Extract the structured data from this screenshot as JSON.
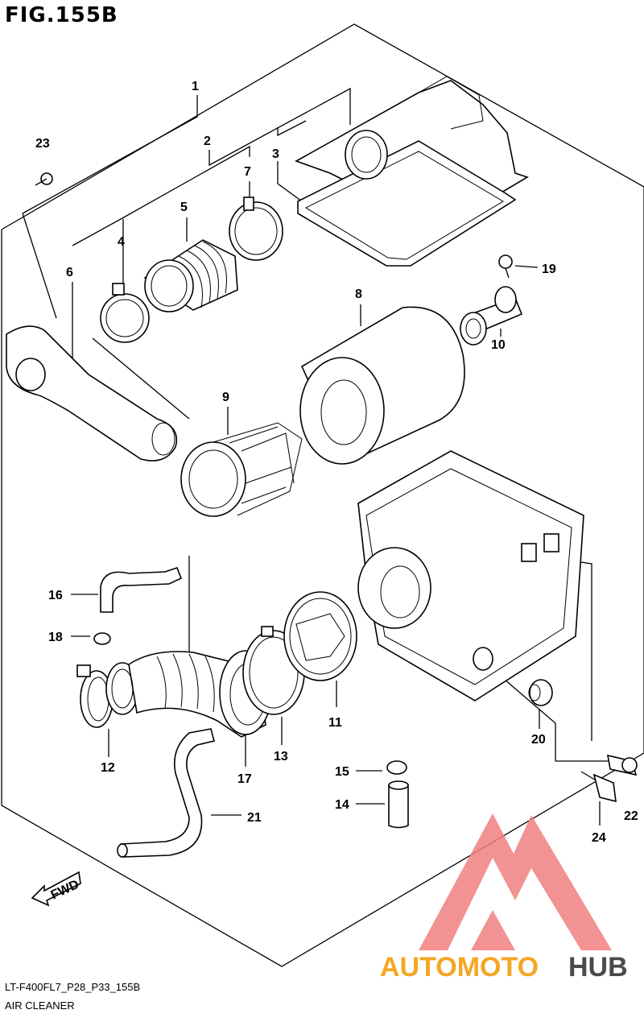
{
  "figure": {
    "title": "FIG.155B",
    "code": "LT-F400FL7_P28_P33_155B",
    "name": "AIR CLEANER",
    "fwd_label": "FWD"
  },
  "watermark": {
    "text_part1": "AUTOMOTO",
    "text_part2": "HUB",
    "color_part1": "#f5a623",
    "color_part2": "#4a4a4a",
    "logo_color": "#f08080"
  },
  "callouts": [
    "1",
    "2",
    "3",
    "4",
    "5",
    "6",
    "7",
    "8",
    "9",
    "10",
    "11",
    "12",
    "13",
    "14",
    "15",
    "16",
    "17",
    "18",
    "19",
    "20",
    "21",
    "22",
    "23",
    "24"
  ]
}
